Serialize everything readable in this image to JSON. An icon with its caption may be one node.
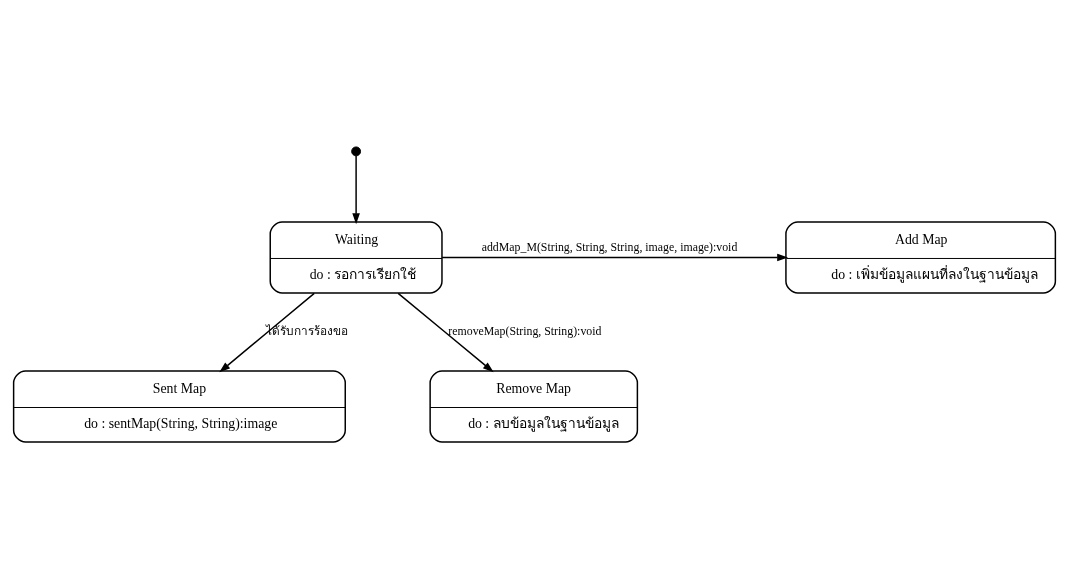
{
  "diagram": {
    "nodes": [
      {
        "text": [],
        "shape": "circle"
      },
      {
        "text": [
          "Waiting",
          "do : รอการเรียกใช้"
        ]
      },
      {
        "text": [
          "Add Map",
          "do : เพิ่มข้อมูลแผนที่ลงในฐานข้อมูล"
        ]
      },
      {
        "text": [
          "Sent Map",
          "do : sentMap(String, String):image"
        ]
      },
      {
        "text": [
          "Remove Map",
          "do : ลบข้อมูลในฐานข้อมูล"
        ]
      }
    ],
    "edges": [
      {
        "from": 0,
        "to": 1,
        "arrow": "to"
      },
      {
        "from": 1,
        "to": 2,
        "arrow": "to",
        "label": "addMap_M(String, String, String, image, image):void"
      },
      {
        "from": 1,
        "to": 3,
        "arrow": "to",
        "label": "ได้รับการร้องขอ"
      },
      {
        "from": 1,
        "to": 4,
        "arrow": "to",
        "label": "removeMap(String, String):void"
      }
    ]
  }
}
